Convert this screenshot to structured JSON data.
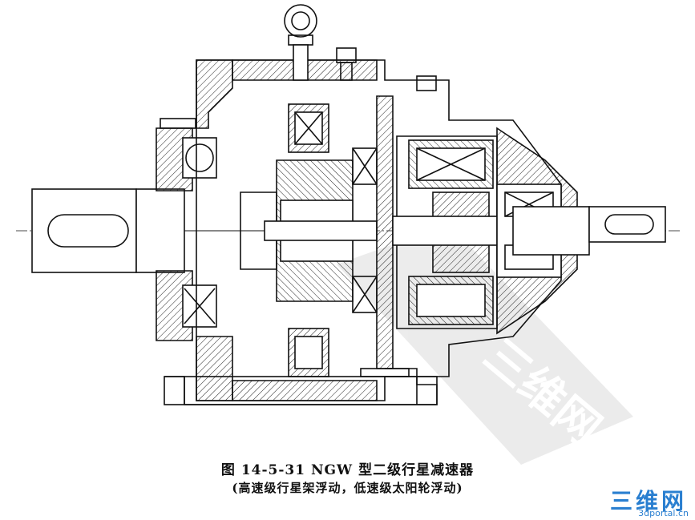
{
  "caption": {
    "title": "图 14-5-31   NGW 型二级行星减速器",
    "subtitle": "(高速级行星架浮动，低速级太阳轮浮动)"
  },
  "watermark": {
    "logo": "三维网",
    "url": "3dportal.cn",
    "stamp": "三维网"
  },
  "colors": {
    "ink": "#111111",
    "watermark": "#d9d9d9",
    "brand": "#2a7fd0"
  }
}
